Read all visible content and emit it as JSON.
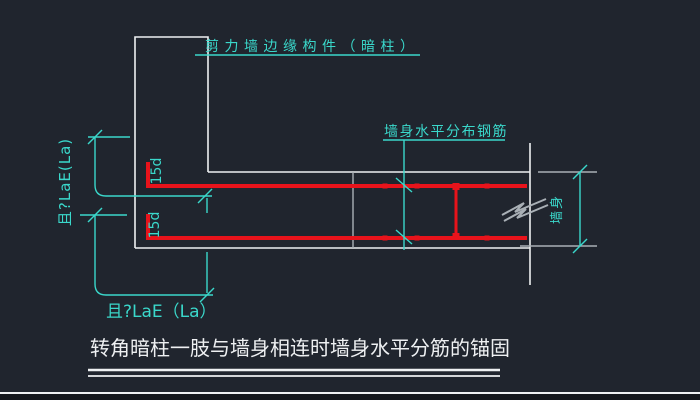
{
  "colors": {
    "background": "#20252e",
    "canvas-bottom": "#14171d",
    "cyan": "#3ad8cb",
    "red": "#e8131b",
    "white": "#eef0f2",
    "gray": "#a9b0b6"
  },
  "labels": {
    "column": "剪力墙边缘构件（暗柱）",
    "horizontal_rebar": "墙身水平分布钢筋",
    "anchorage_left": "且?LaE(La)",
    "anchorage_bottom": "且?LaE（La）",
    "hook_length_top": "15d",
    "hook_length_bottom": "15d",
    "wall_thickness": "墙身"
  },
  "title": "转角暗柱一肢与墙身相连时墙身水平分筋的锚固"
}
